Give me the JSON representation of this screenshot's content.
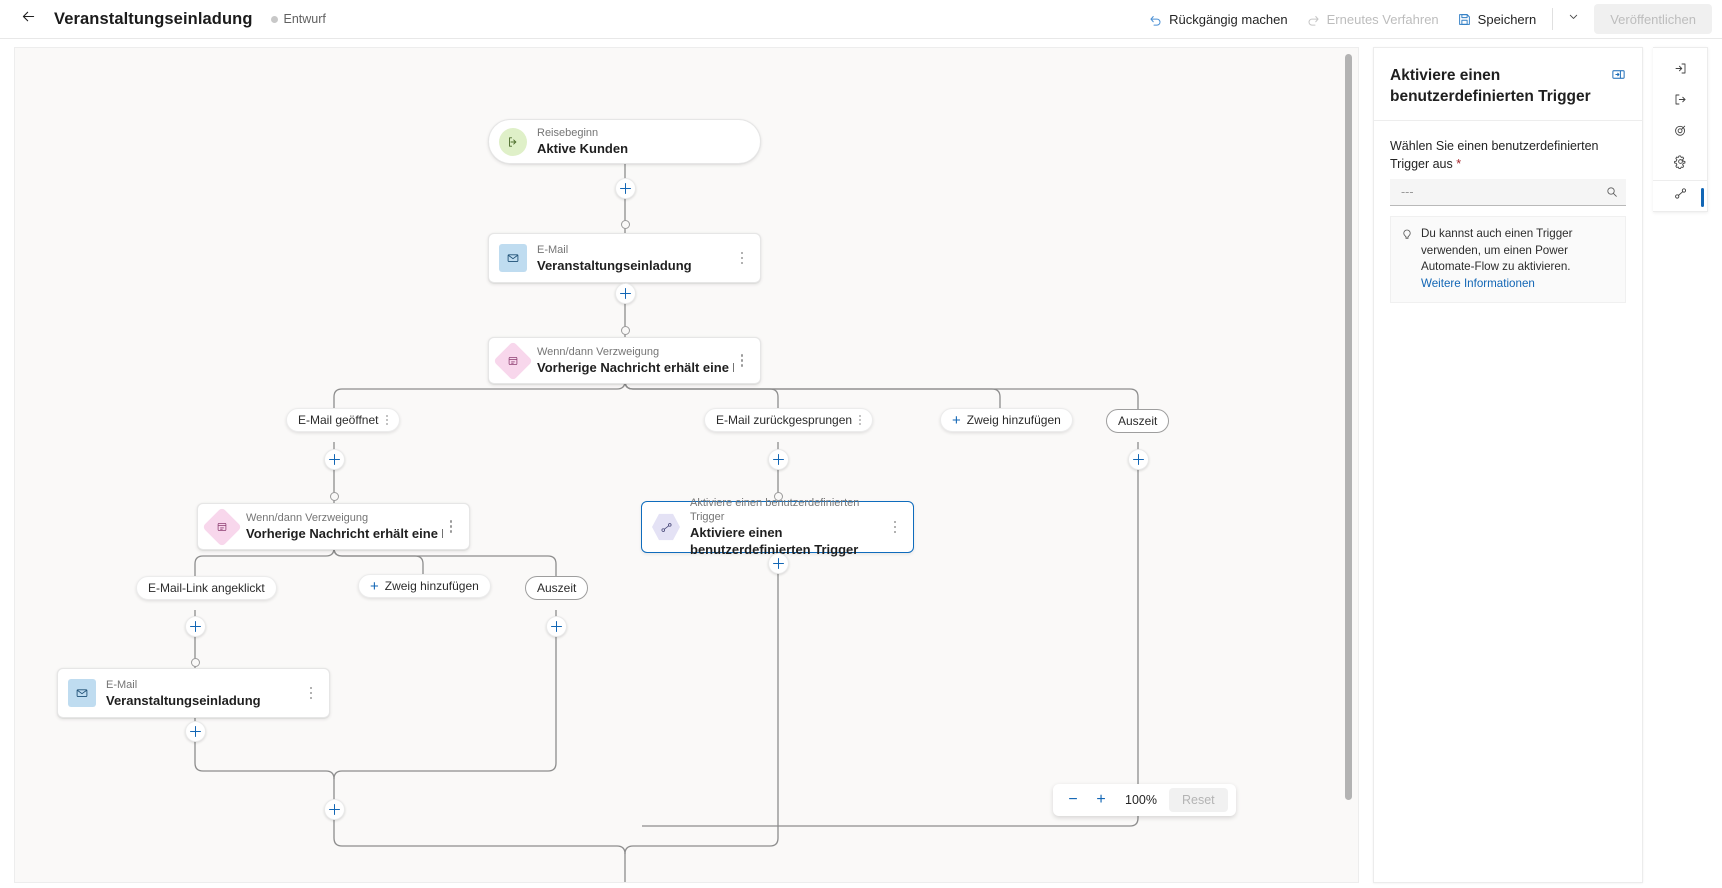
{
  "topbar": {
    "back_icon": "arrow-left-icon",
    "title": "Veranstaltungseinladung",
    "status": "Entwurf",
    "undo_label": "Rückgängig machen",
    "redo_label": "Erneutes Verfahren",
    "save_label": "Speichern",
    "publish_label": "Veröffentlichen"
  },
  "canvas": {
    "nodes": [
      {
        "id": "start",
        "kicker": "Reisebeginn",
        "name": "Aktive Kunden"
      },
      {
        "id": "email1",
        "kicker": "E-Mail",
        "name": "Veranstaltungseinladung"
      },
      {
        "id": "branch1",
        "kicker": "Wenn/dann Verzweigung",
        "name": "Vorherige Nachricht erhält eine Interak"
      },
      {
        "id": "branch2",
        "kicker": "Wenn/dann Verzweigung",
        "name": "Vorherige Nachricht erhält eine Interak"
      },
      {
        "id": "trigger",
        "kicker": "Aktiviere einen benutzerdefinierten Trigger",
        "name": "Aktiviere einen benutzerdefinierten Trigger"
      },
      {
        "id": "email2",
        "kicker": "E-Mail",
        "name": "Veranstaltungseinladung"
      }
    ],
    "branch_labels": {
      "email_opened": "E-Mail geöffnet",
      "email_bounced": "E-Mail zurückgesprungen",
      "add_branch": "Zweig hinzufügen",
      "timeout": "Auszeit",
      "link_clicked": "E-Mail-Link angeklickt",
      "add_branch_2": "Zweig hinzufügen",
      "timeout_2": "Auszeit"
    },
    "zoom": {
      "out_label": "−",
      "in_label": "+",
      "level": "100%",
      "reset_label": "Reset"
    }
  },
  "panel": {
    "title": "Aktiviere einen benutzerdefinierten Trigger",
    "expand_icon": "open-in-pane-icon",
    "field_label": "Wählen Sie einen benutzerdefinierten Trigger aus",
    "required_mark": "*",
    "combo_value": "",
    "combo_placeholder": "---",
    "search_icon": "search-icon",
    "tip_icon": "lightbulb-icon",
    "tip_text": "Du kannst auch einen Trigger verwenden, um einen Power Automate-Flow zu aktivieren.",
    "tip_link": "Weitere Informationen"
  },
  "rail": {
    "items": [
      {
        "icon": "sign-in-icon",
        "name": "rail-item-entry"
      },
      {
        "icon": "sign-out-icon",
        "name": "rail-item-exit"
      },
      {
        "icon": "target-icon",
        "name": "rail-item-goal"
      },
      {
        "icon": "gear-icon",
        "name": "rail-item-settings"
      },
      {
        "icon": "trigger-icon",
        "name": "rail-item-triggers"
      }
    ]
  }
}
